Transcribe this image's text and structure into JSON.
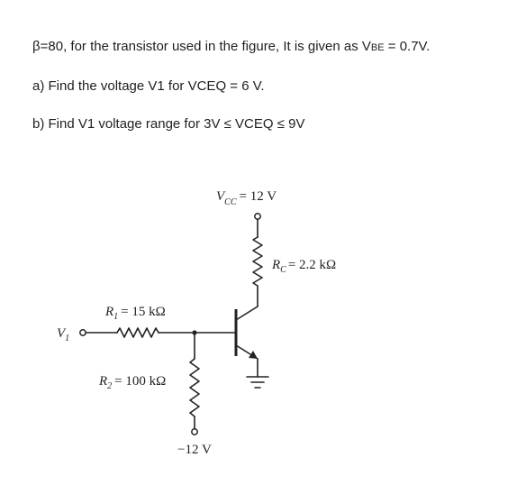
{
  "problem": {
    "line1_lead": "β=80,  for the transistor used in the figure, It is given as V",
    "line1_sub": "BE",
    "line1_tail": " = 0.7V.",
    "line2": "a) Find the voltage V1 for VCEQ = 6 V.",
    "line3": "b) Find V1 voltage range for 3V ≤ VCEQ ≤ 9V"
  },
  "circuit": {
    "vcc": {
      "symbol": "V",
      "sub": "CC",
      "value": "= 12 V"
    },
    "rc": {
      "symbol": "R",
      "sub": "C",
      "value": "= 2.2 kΩ"
    },
    "r1": {
      "symbol": "R",
      "sub": "1",
      "value": "= 15 kΩ"
    },
    "r2": {
      "symbol": "R",
      "sub": "2",
      "value": "= 100 kΩ"
    },
    "v1": {
      "symbol": "V",
      "sub": "1"
    },
    "vee": {
      "value": "−12 V"
    }
  }
}
